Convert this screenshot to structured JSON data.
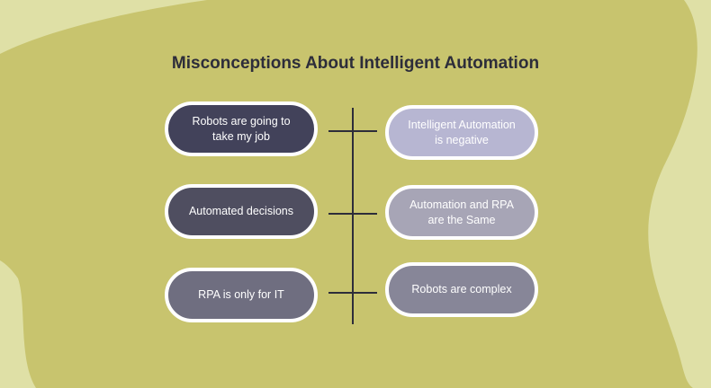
{
  "title": "Misconceptions About Intelligent Automation",
  "left": [
    {
      "label": "Robots are going to take my job",
      "color": "#42425a"
    },
    {
      "label": "Automated decisions",
      "color": "#4f4e60"
    },
    {
      "label": "RPA is only for IT",
      "color": "#6f6e80"
    }
  ],
  "right": [
    {
      "label": "Intelligent Automation is negative",
      "color": "#b7b6d2"
    },
    {
      "label": "Automation and RPA are the Same",
      "color": "#a7a5b6"
    },
    {
      "label": "Robots are complex",
      "color": "#878698"
    }
  ],
  "colors": {
    "background": "#c8c46e",
    "accent": "#dfe0a6"
  }
}
